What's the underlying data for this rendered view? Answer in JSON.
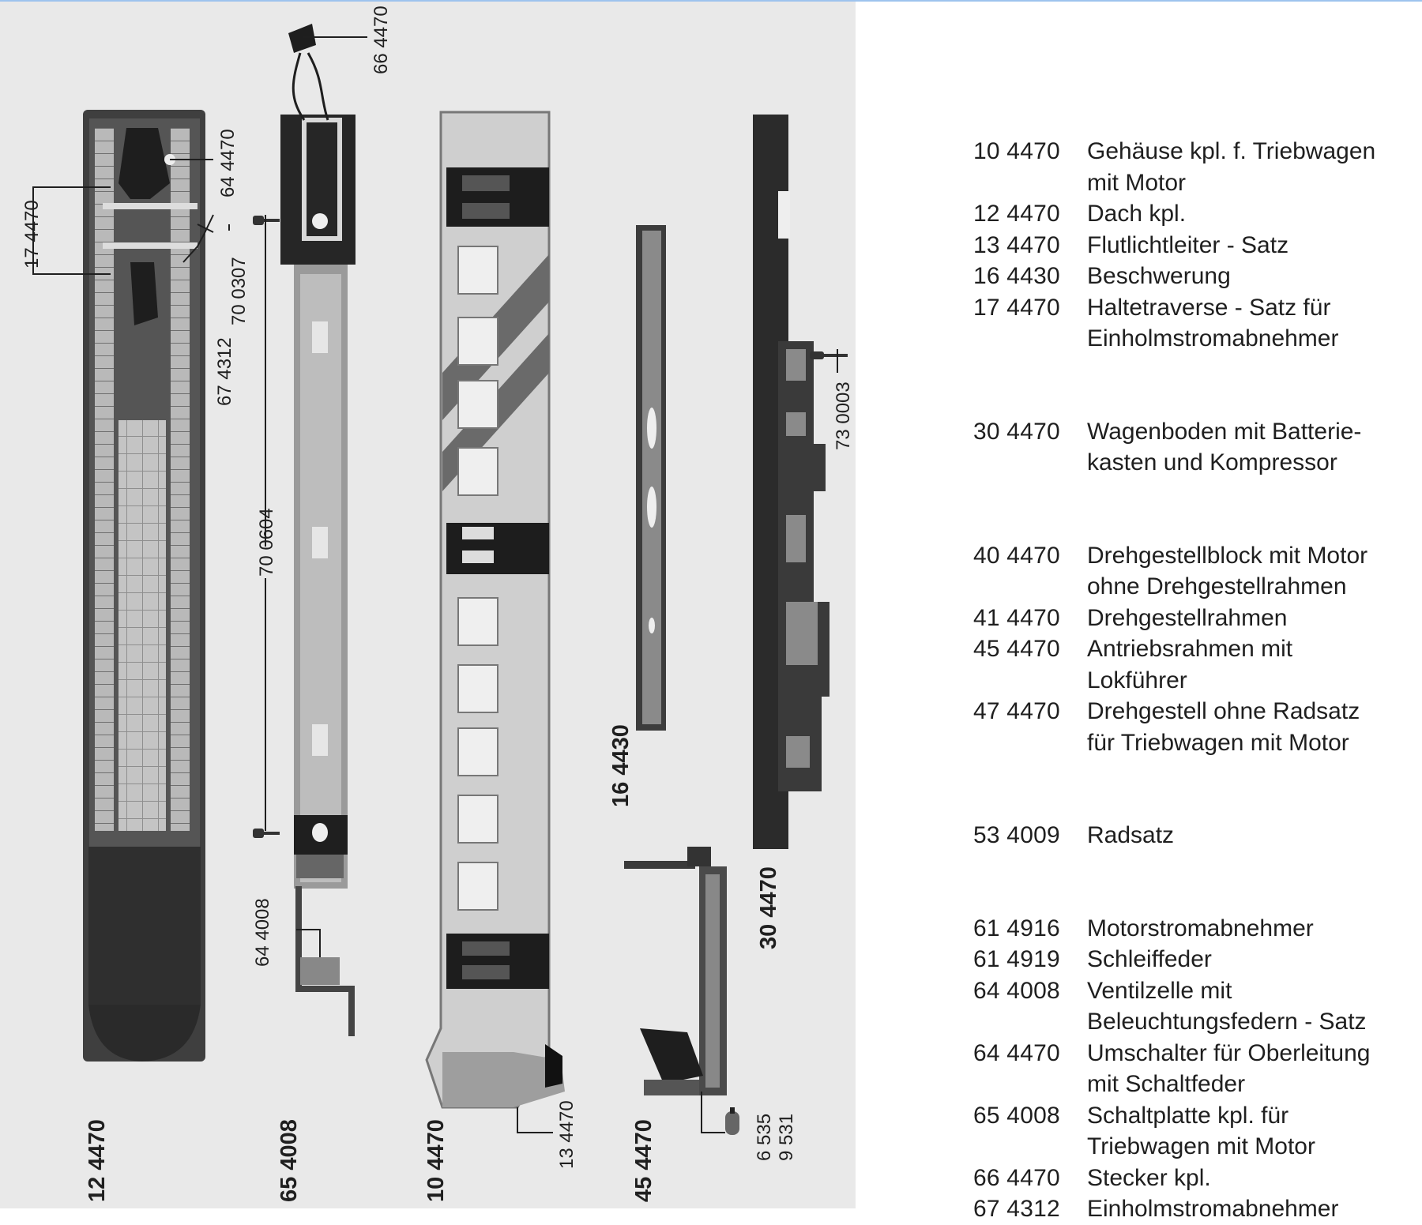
{
  "diagram": {
    "vertical_labels": {
      "p12": "12 4470",
      "p65": "65 4008",
      "p10": "10 4470",
      "p45": "45 4470",
      "p16": "16 4430",
      "p30": "30 4470",
      "c66": "66 4470",
      "c64": "64 4470",
      "c17": "17 4470",
      "c70307": "70 0307",
      "c67": "67 4312",
      "c70604": "70 0604",
      "c644008": "64 4008",
      "c13": "13 4470",
      "c73": "73 0003",
      "c6535": "6 535",
      "c9531": "9 531"
    }
  },
  "parts": [
    {
      "number": "10 4470",
      "lines": [
        "Gehäuse kpl. f. Triebwagen",
        "mit Motor"
      ]
    },
    {
      "number": "12 4470",
      "lines": [
        "Dach kpl."
      ]
    },
    {
      "number": "13 4470",
      "lines": [
        "Flutlichtleiter - Satz"
      ]
    },
    {
      "number": "16 4430",
      "lines": [
        "Beschwerung"
      ]
    },
    {
      "number": "17 4470",
      "lines": [
        "Haltetraverse - Satz für",
        "Einholmstromabnehmer"
      ]
    },
    {
      "number": "30 4470",
      "lines": [
        "Wagenboden mit Batterie-",
        "kasten und Kompressor"
      ]
    },
    {
      "number": "40 4470",
      "lines": [
        "Drehgestellblock mit Motor",
        "ohne Drehgestellrahmen"
      ]
    },
    {
      "number": "41 4470",
      "lines": [
        "Drehgestellrahmen"
      ]
    },
    {
      "number": "45 4470",
      "lines": [
        "Antriebsrahmen mit",
        "Lokführer"
      ]
    },
    {
      "number": "47 4470",
      "lines": [
        "Drehgestell ohne Radsatz",
        "für Triebwagen mit Motor"
      ]
    },
    {
      "number": "53 4009",
      "lines": [
        "Radsatz"
      ]
    },
    {
      "number": "61 4916",
      "lines": [
        "Motorstromabnehmer"
      ]
    },
    {
      "number": "61 4919",
      "lines": [
        "Schleiffeder"
      ]
    },
    {
      "number": "64 4008",
      "lines": [
        "Ventilzelle mit",
        "Beleuchtungsfedern - Satz"
      ]
    },
    {
      "number": "64 4470",
      "lines": [
        "Umschalter für Oberleitung",
        "mit Schaltfeder"
      ]
    },
    {
      "number": "65 4008",
      "lines": [
        "Schaltplatte kpl. für",
        "Triebwagen mit Motor"
      ]
    },
    {
      "number": "66 4470",
      "lines": [
        "Stecker kpl."
      ]
    },
    {
      "number": "67 4312",
      "lines": [
        "Einholmstromabnehmer"
      ]
    }
  ]
}
